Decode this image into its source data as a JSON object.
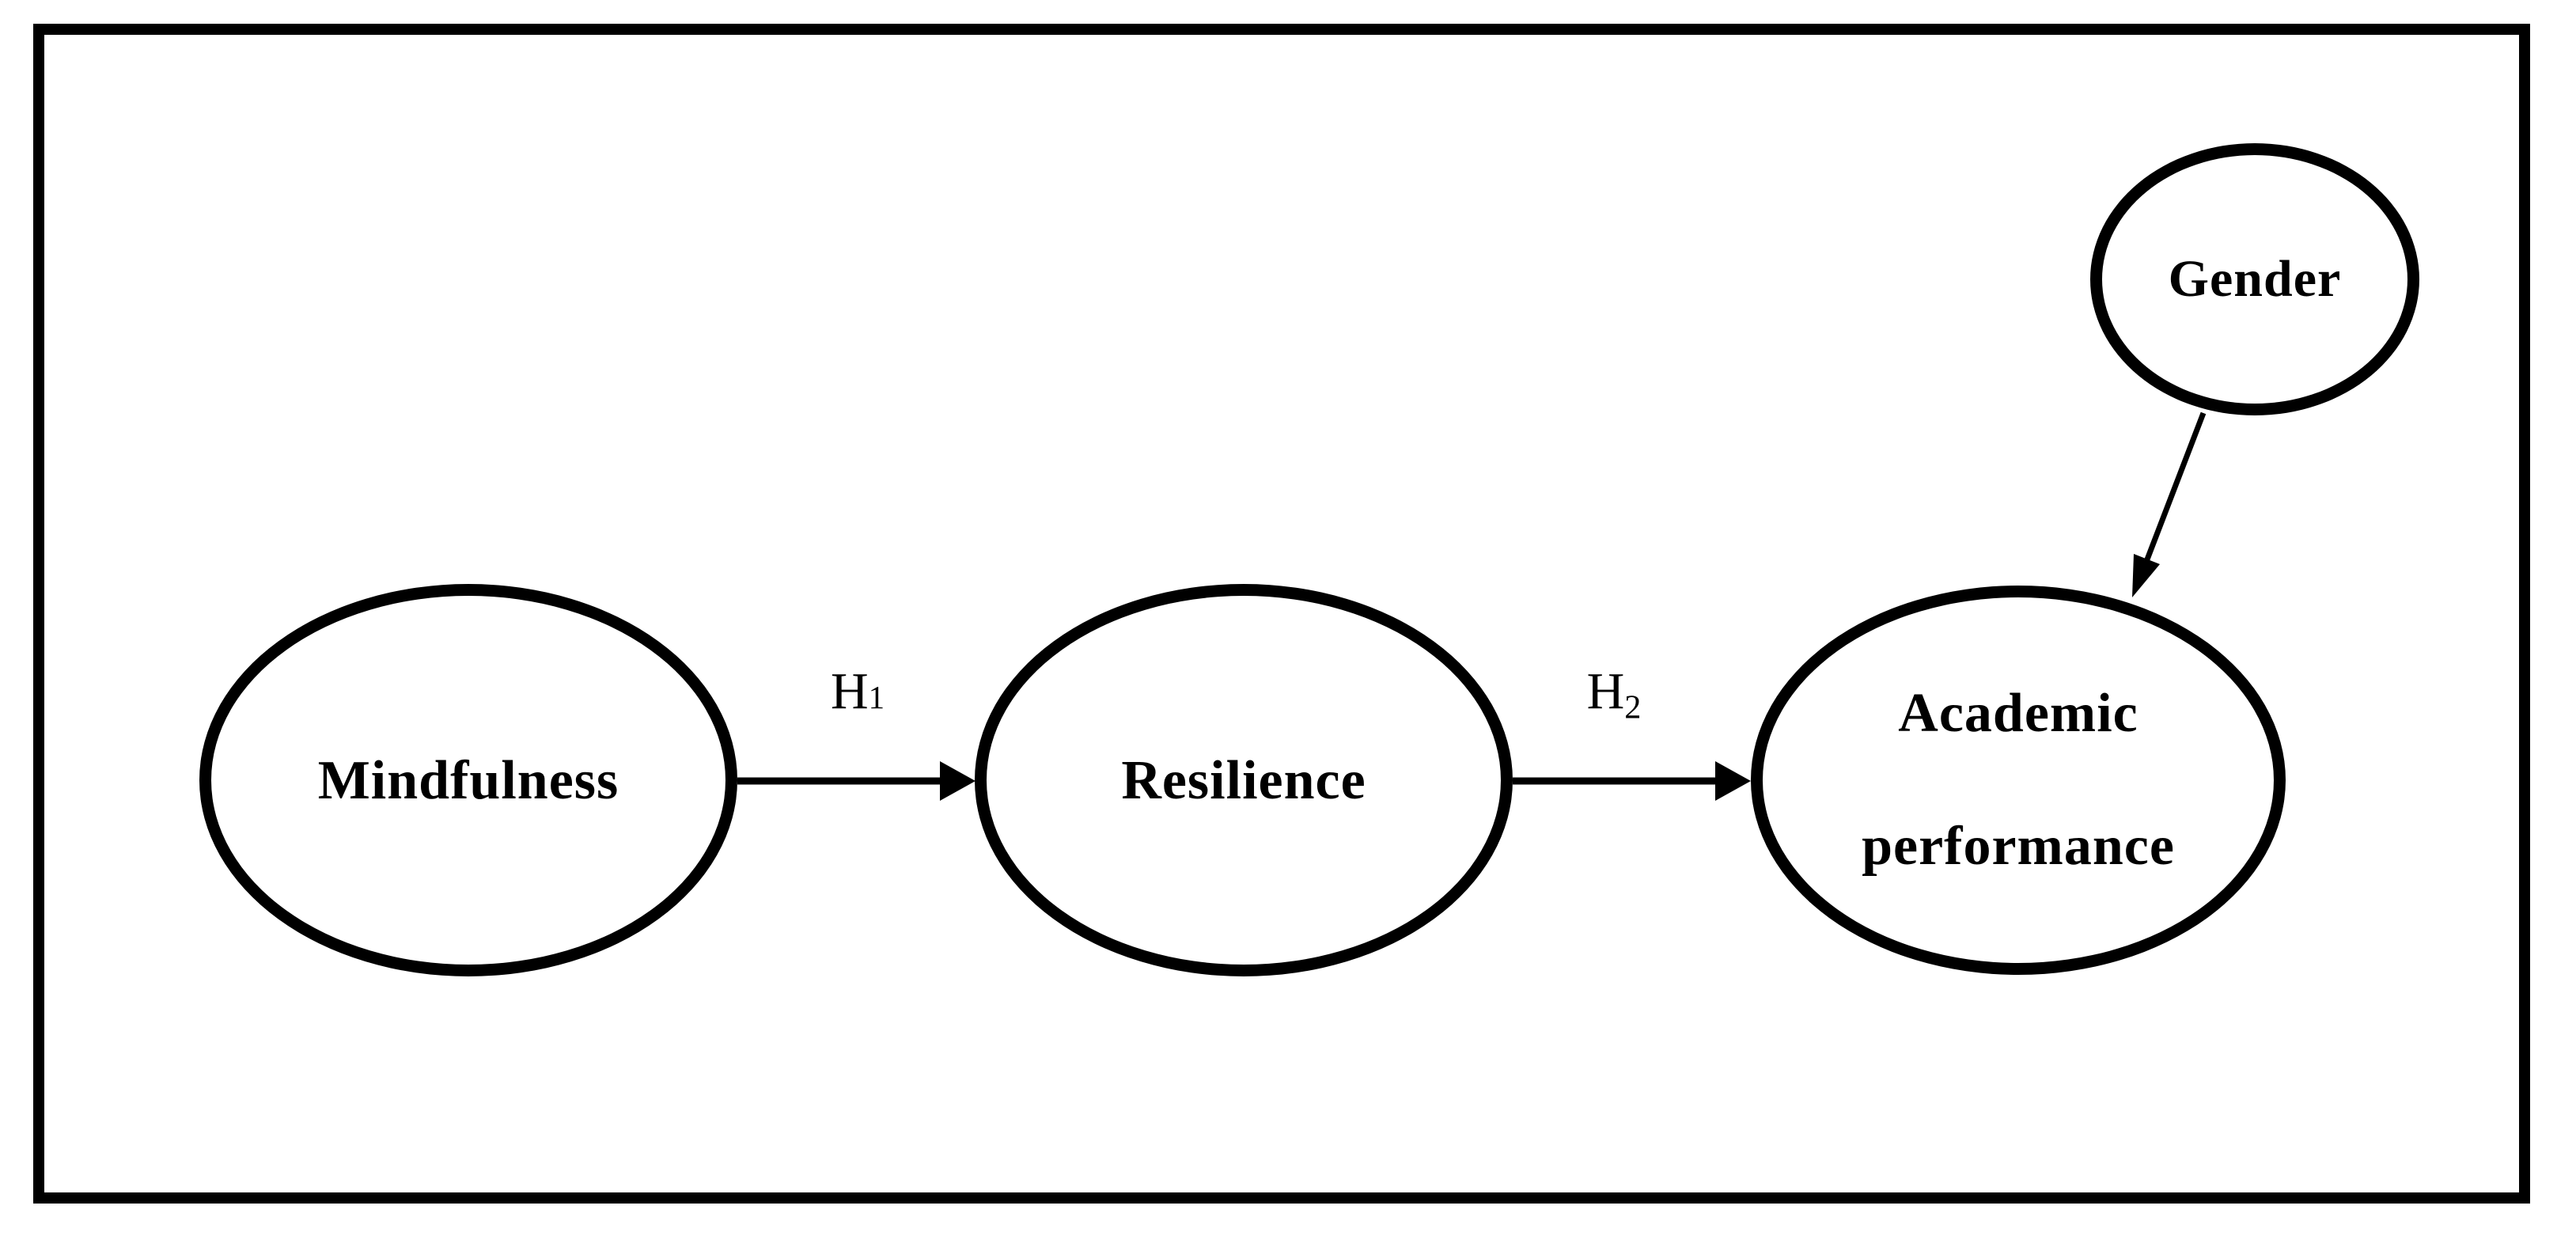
{
  "figure": {
    "type": "path-diagram",
    "background_color": "#ffffff",
    "stroke_color": "#000000",
    "nodes": [
      {
        "label": "Mindfulness"
      },
      {
        "label": "Resilience"
      },
      {
        "label": "Academic performance",
        "lines": [
          "Academic",
          "performance"
        ]
      },
      {
        "label": "Gender"
      }
    ],
    "edges": [
      {
        "from": "Mindfulness",
        "to": "Resilience",
        "label_base": "H",
        "label_sub": "1"
      },
      {
        "from": "Resilience",
        "to": "Academic performance",
        "label_base": "H",
        "label_sub": "2"
      },
      {
        "from": "Gender",
        "to": "Academic performance"
      }
    ]
  }
}
